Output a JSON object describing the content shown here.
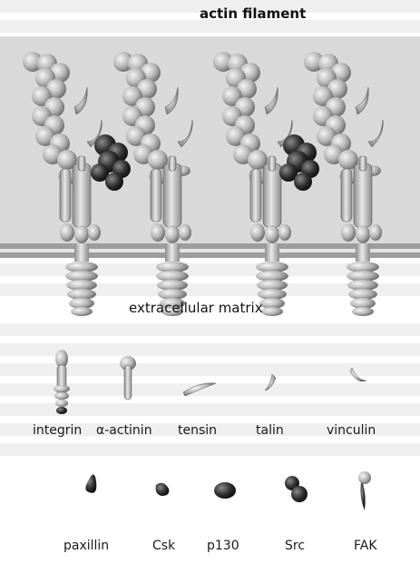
{
  "labels": {
    "actin_filament": "actin filament",
    "extracellular_matrix": "extracellular matrix"
  },
  "proteins": [
    {
      "name": "integrin",
      "icon": "integrin-icon"
    },
    {
      "name": "α-actinin",
      "icon": "alpha-actinin-icon"
    },
    {
      "name": "tensin",
      "icon": "tensin-icon"
    },
    {
      "name": "talin",
      "icon": "talin-icon"
    },
    {
      "name": "vinculin",
      "icon": "vinculin-icon"
    },
    {
      "name": "paxillin",
      "icon": "paxillin-icon"
    },
    {
      "name": "Csk",
      "icon": "csk-icon"
    },
    {
      "name": "p130",
      "icon": "p130-icon"
    },
    {
      "name": "Src",
      "icon": "src-icon"
    },
    {
      "name": "FAK",
      "icon": "fak-icon"
    }
  ],
  "colors": {
    "background_text": "#f2f2f2",
    "membrane_band": "#d3d3d3",
    "membrane_line": "#9a9a9a",
    "bead_light": "#e6e6e6",
    "bead_mid": "#b5b5b5",
    "bead_dark": "#6e6e6e",
    "dark_protein": "#2e2e2e"
  }
}
